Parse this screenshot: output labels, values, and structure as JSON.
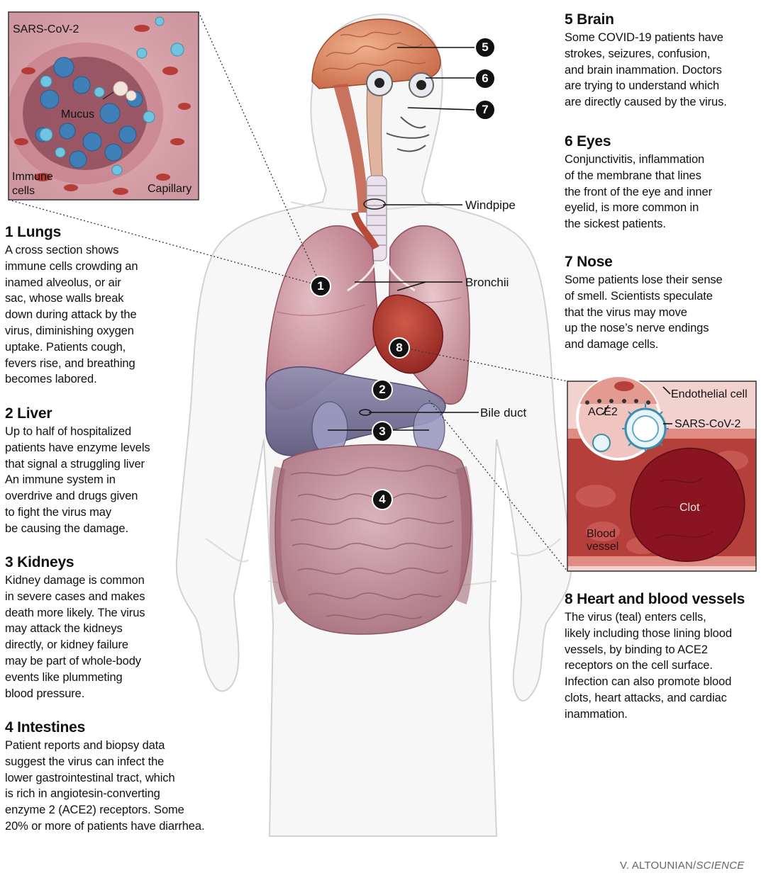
{
  "sections": [
    {
      "id": "lungs",
      "title": "1 Lungs",
      "body": "A cross section shows\nimmune cells crowding an\ninamed alveolus, or air\nsac, whose walls break\ndown during attack by the\nvirus, diminishing oxygen\nuptake. Patients cough,\nfevers rise, and breathing\nbecomes labored."
    },
    {
      "id": "liver",
      "title": "2 Liver",
      "body": "Up to half of hospitalized\npatients have enzyme levels\nthat signal a struggling liver\nAn immune system in\noverdrive and drugs given\nto fight the virus may\nbe causing the damage."
    },
    {
      "id": "kidneys",
      "title": "3 Kidneys",
      "body": "Kidney damage is common\nin severe cases and makes\ndeath more likely. The virus\nmay attack the kidneys\ndirectly, or kidney failure\nmay be part of whole-body\nevents like plummeting\nblood pressure."
    },
    {
      "id": "intestines",
      "title": "4 Intestines",
      "body": "Patient reports and biopsy data\nsuggest the virus can infect the\nlower gastrointestinal tract, which\nis rich in angiotesin-converting\nenzyme 2 (ACE2) receptors. Some\n20% or more of patients have diarrhea."
    },
    {
      "id": "brain",
      "title": "5 Brain",
      "body": "Some COVID-19 patients have\nstrokes, seizures, confusion,\nand brain inammation. Doctors\nare trying to understand which\nare directly caused by the virus."
    },
    {
      "id": "eyes",
      "title": "6 Eyes",
      "body": "Conjunctivitis, inflammation\nof the membrane that lines\nthe front of the eye and inner\neyelid, is more common in\nthe sickest patients."
    },
    {
      "id": "nose",
      "title": "7 Nose",
      "body": "Some patients lose their sense\nof smell. Scientists speculate\nthat the virus may move\nup the nose’s nerve endings\nand damage cells."
    },
    {
      "id": "heart",
      "title": "8 Heart and blood vessels",
      "body": "The virus (teal) enters cells,\nlikely including those lining blood\nvessels, by binding to ACE2\nreceptors on the cell surface.\nInfection can also promote blood\nclots, heart attacks, and cardiac\ninammation."
    }
  ],
  "markers": [
    "1",
    "2",
    "3",
    "4",
    "5",
    "6",
    "7",
    "8"
  ],
  "body_labels": {
    "windpipe": "Windpipe",
    "bronchii": "Bronchii",
    "bile_duct": "Bile duct"
  },
  "lung_inset": {
    "virus": "SARS-CoV-2",
    "mucus": "Mucus",
    "immune_cells": "Immune\ncells",
    "capillary": "Capillary"
  },
  "vessel_inset": {
    "endothelial": "Endothelial cell",
    "ace2": "ACE2",
    "virus": "SARS-CoV-2",
    "clot": "Clot",
    "blood_vessel": "Blood\nvessel"
  },
  "credit": {
    "author": "V. ALTOUNIAN/",
    "source": "SCIENCE"
  },
  "colors": {
    "lung": "#c98a96",
    "liver": "#6b6a8e",
    "intestine": "#b78a95",
    "brain": "#d9825f",
    "heart": "#a8302c",
    "virus_teal": "#4aa3c9",
    "clot": "#8a1520",
    "body_outline": "#cfcfcf"
  }
}
